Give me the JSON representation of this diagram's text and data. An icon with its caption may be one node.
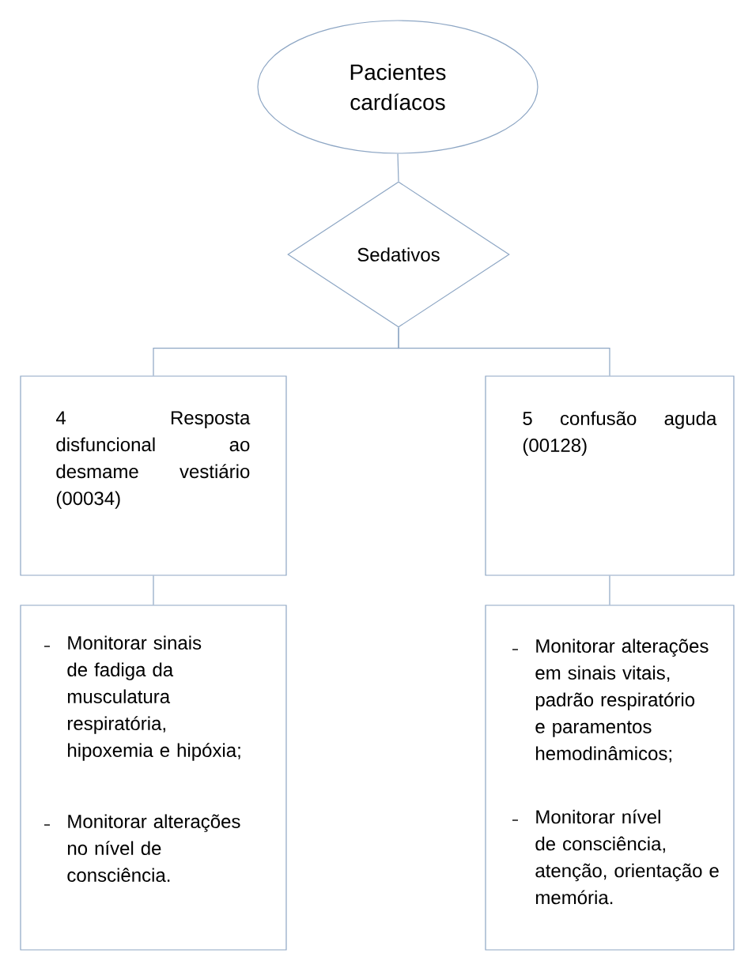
{
  "diagram": {
    "nodes": [
      {
        "text": [
          "Pacientes cardíacos"
        ]
      },
      {
        "text": [
          "Sedativos"
        ]
      },
      {
        "text": [
          "4 Resposta disfuncional ao desmame vestiário (00034)"
        ]
      },
      {
        "text": [
          "5 confusão aguda (00128)"
        ]
      },
      {
        "text": [
          "Monitorar sinais de fadiga da musculatura respiratória, hipoxemia e hipóxia;",
          "Monitorar alterações no nível de consciência."
        ]
      },
      {
        "text": [
          "Monitorar alterações em sinais vitais, padrão respiratório e paramentos hemodinâmicos;",
          "Monitorar nível de consciência, atenção, orientação e memória."
        ]
      }
    ],
    "edges": [
      {
        "from": 0,
        "to": 1,
        "arrow": "none"
      },
      {
        "from": 1,
        "to": 2,
        "arrow": "none"
      },
      {
        "from": 1,
        "to": 3,
        "arrow": "none"
      },
      {
        "from": 2,
        "to": 4,
        "arrow": "none"
      },
      {
        "from": 3,
        "to": 5,
        "arrow": "none"
      }
    ]
  }
}
